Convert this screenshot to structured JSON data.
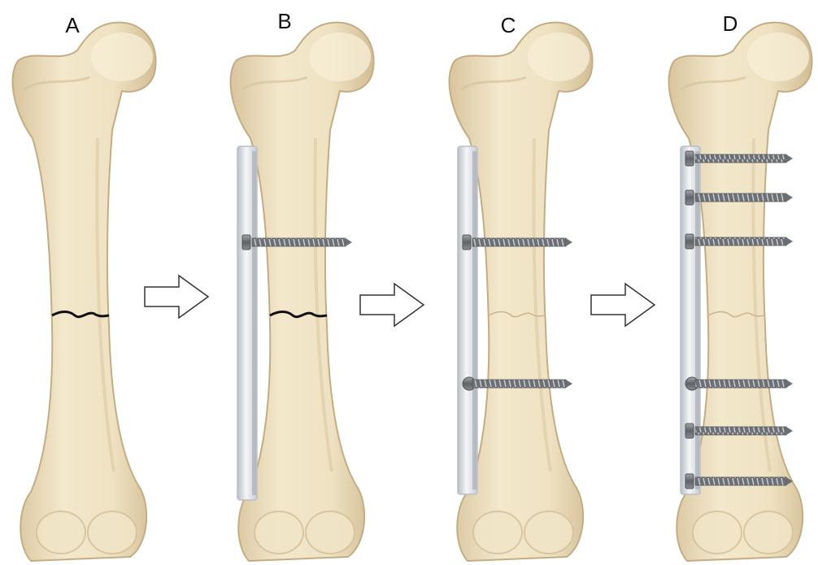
{
  "panels": [
    {
      "label": "A"
    },
    {
      "label": "B"
    },
    {
      "label": "C"
    },
    {
      "label": "D"
    }
  ],
  "colors": {
    "bone_fill": "#efe2c2",
    "bone_shadow": "#d7c39c",
    "bone_stroke": "#c2ad84",
    "plate_fill": "#e4e8ec",
    "plate_shade": "#b9bfc6",
    "screw": "#7a7d82",
    "fracture": "#111111",
    "arrow_stroke": "#333333"
  },
  "icons": {
    "arrow": "right-arrow-outline-icon",
    "bone": "femur-bone-illustration",
    "plate": "bone-plate-illustration",
    "screw": "bone-screw-illustration"
  }
}
